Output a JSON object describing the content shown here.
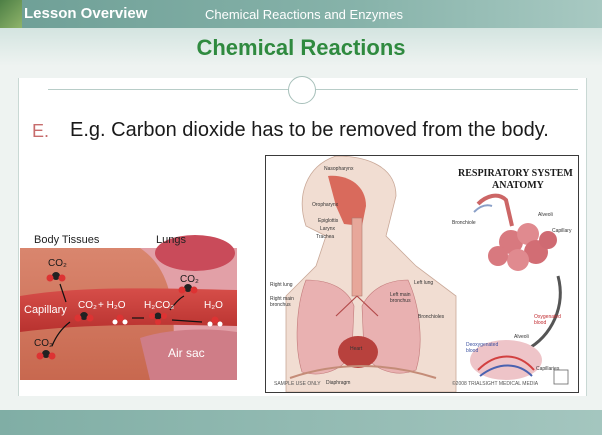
{
  "header": {
    "lesson_label": "Lesson Overview",
    "subtopic": "Chemical Reactions and Enzymes",
    "title": "Chemical Reactions"
  },
  "bullet": {
    "letter": "E.",
    "text": "E.g. Carbon dioxide has to be removed from the body."
  },
  "figure_left": {
    "label_tissues": "Body Tissues",
    "label_lungs": "Lungs",
    "capillary": "Capillary",
    "air_sac": "Air sac",
    "co2_top": "CO₂",
    "co2_bottom": "CO₂",
    "co2_mid": "CO₂",
    "plus_h2o": "+ H₂O",
    "h2co3": "H₂CO₃",
    "co2_right": "CO₂",
    "h2o_right": "H₂O"
  },
  "figure_right": {
    "title_line1": "RESPIRATORY SYSTEM",
    "title_line2": "ANATOMY",
    "labels": {
      "nasopharynx": "Nasopharynx",
      "oropharynx": "Oropharynx",
      "epiglottis": "Epiglottis",
      "larynx": "Larynx",
      "trachea": "Trachea",
      "right_lung": "Right lung",
      "right_main_bronchus": "Right main bronchus",
      "left_lung": "Left lung",
      "left_main_bronchus": "Left main bronchus",
      "bronchioles_lung": "Bronchioles",
      "heart": "Heart",
      "diaphragm": "Diaphragm",
      "alveoli": "Alveoli",
      "bronchiole": "Bronchiole",
      "capillary": "Capillary",
      "oxygenated_blood": "Oxygenated blood",
      "deoxygenated_blood": "Deoxygenated blood",
      "alveoli_lower": "Alveoli",
      "capillaries": "Capillaries"
    },
    "footer_left": "SAMPLE USE ONLY",
    "footer_right": "©2008 TRIALSIGHT MEDICAL MEDIA"
  },
  "colors": {
    "title_green": "#2f8a3f",
    "bullet_letter": "#c76c6c",
    "header_teal": "#6e9f96"
  }
}
